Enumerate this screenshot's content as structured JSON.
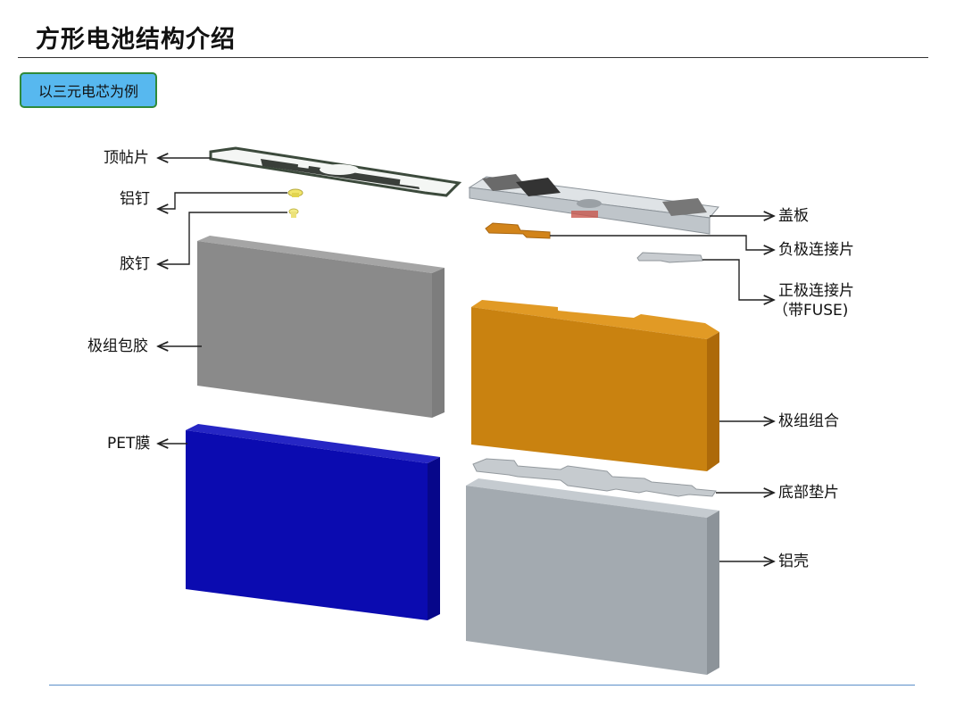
{
  "header": {
    "title": "方形电池结构介绍"
  },
  "tag": {
    "label": "以三元电芯为例"
  },
  "labels": {
    "top_patch": "顶帖片",
    "al_nail": "铝钉",
    "rubber_nail": "胶钉",
    "wrap_tape": "极组包胶",
    "pet_film": "PET膜",
    "cover_plate": "盖板",
    "neg_tab": "负极连接片",
    "pos_tab_line1": "正极连接片",
    "pos_tab_line2": "（带FUSE)",
    "jelly_roll": "极组组合",
    "bottom_pad": "底部垫片",
    "al_case": "铝壳"
  },
  "colors": {
    "pet_film": "#0b0bb0",
    "jelly_roll": "#c98210",
    "wrap_tape": "#8a8a8a",
    "al_case": "#a3aab0",
    "tag_fill": "#57b8ef",
    "tag_border": "#2f8a3a"
  }
}
